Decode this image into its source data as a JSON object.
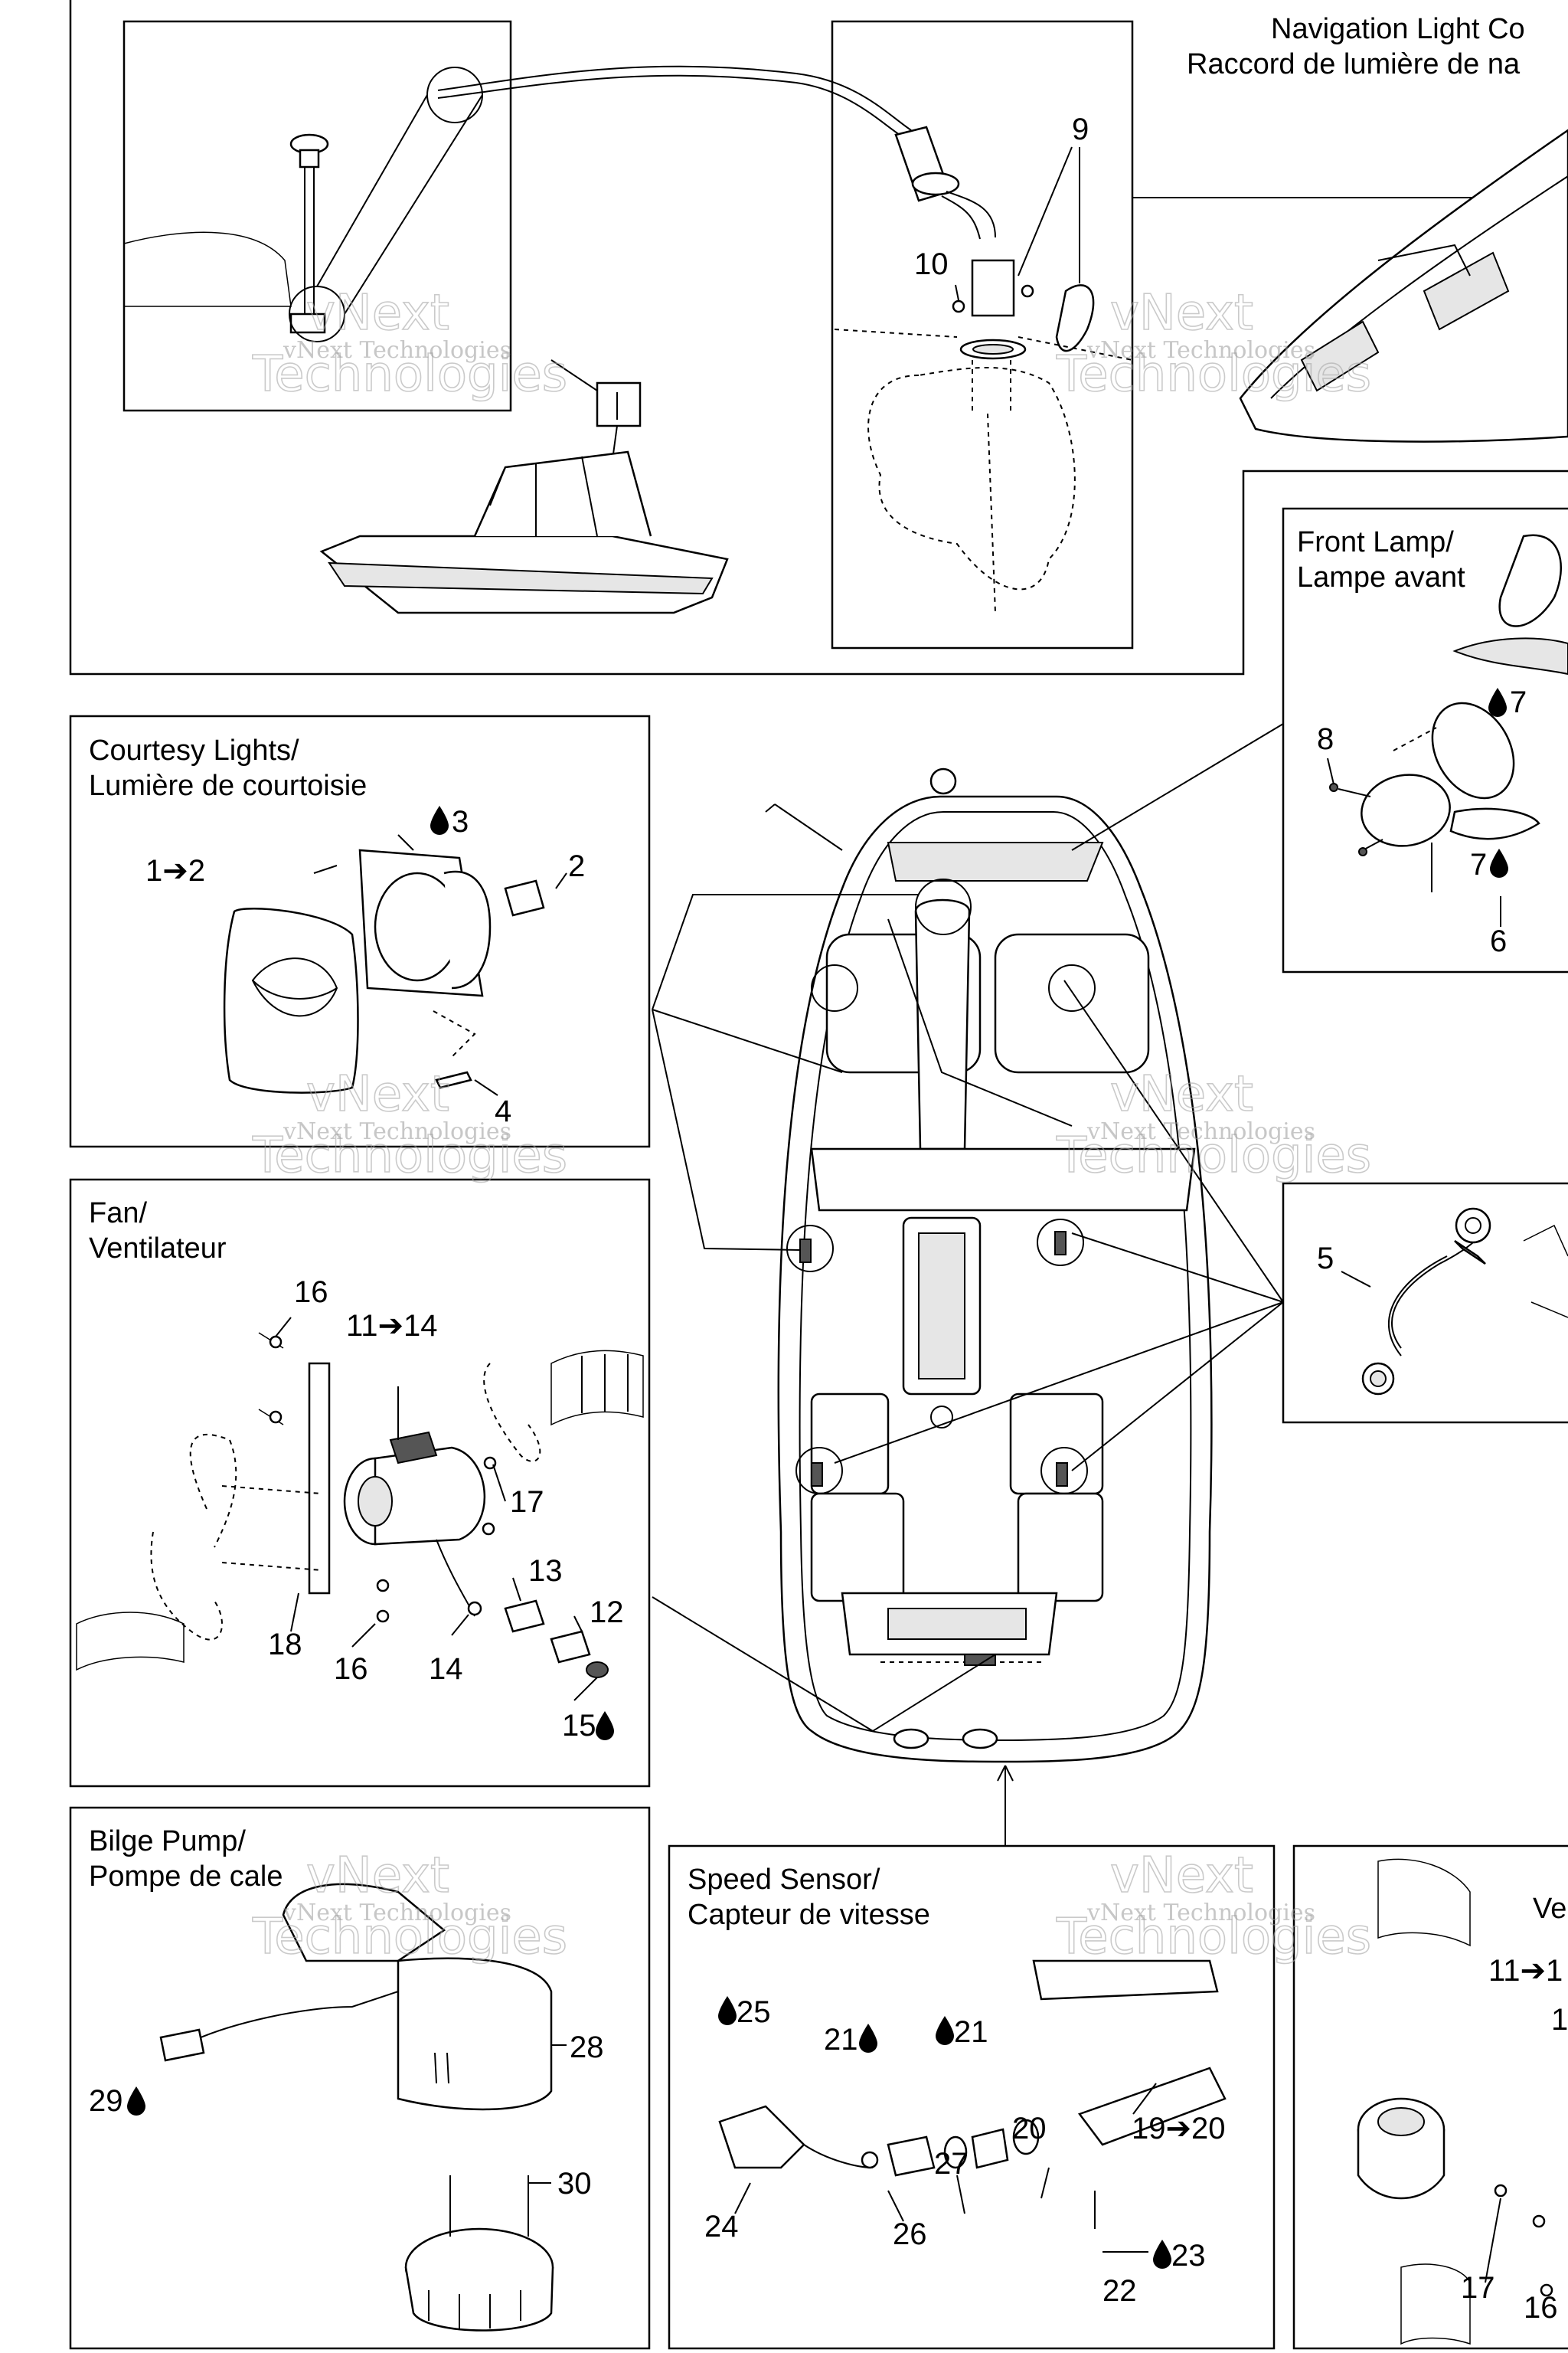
{
  "sections": {
    "navigation": {
      "line1": "Navigation Light Co",
      "line2": "Raccord de lumière de na"
    },
    "front_lamp": {
      "line1": "Front Lamp/",
      "line2": "Lampe avant"
    },
    "courtesy": {
      "line1": "Courtesy Lights/",
      "line2": "Lumière de courtoisie"
    },
    "fan": {
      "line1": "Fan/",
      "line2": "Ventilateur"
    },
    "bilge": {
      "line1": "Bilge Pump/",
      "line2": "Pompe de cale"
    },
    "speed": {
      "line1": "Speed Sensor/",
      "line2": "Capteur de vitesse"
    },
    "right_partial": {
      "line1": "Ve"
    }
  },
  "labels": {
    "n9": "9",
    "n10": "10",
    "fl_7a": "7",
    "fl_8": "8",
    "fl_7b": "7",
    "fl_6": "6",
    "cl_1to2": "1➔2",
    "cl_3": "3",
    "cl_2": "2",
    "cl_4": "4",
    "p5": "5",
    "fan_16a": "16",
    "fan_11to14": "11➔14",
    "fan_17": "17",
    "fan_13": "13",
    "fan_12": "12",
    "fan_18": "18",
    "fan_16b": "16",
    "fan_14": "14",
    "fan_15": "15",
    "bp_28": "28",
    "bp_29": "29",
    "bp_30": "30",
    "ss_25": "25",
    "ss_21a": "21",
    "ss_21b": "21",
    "ss_20": "20",
    "ss_27": "27",
    "ss_19to20": "19➔20",
    "ss_23": "23",
    "ss_24": "24",
    "ss_26": "26",
    "ss_22": "22",
    "rp_11to1": "11➔1",
    "rp_1": "1",
    "rp_17": "17",
    "rp_16": "16"
  },
  "watermark": {
    "line1": "vNext",
    "line2": "Technologies",
    "line3": "vNext Technologies"
  }
}
